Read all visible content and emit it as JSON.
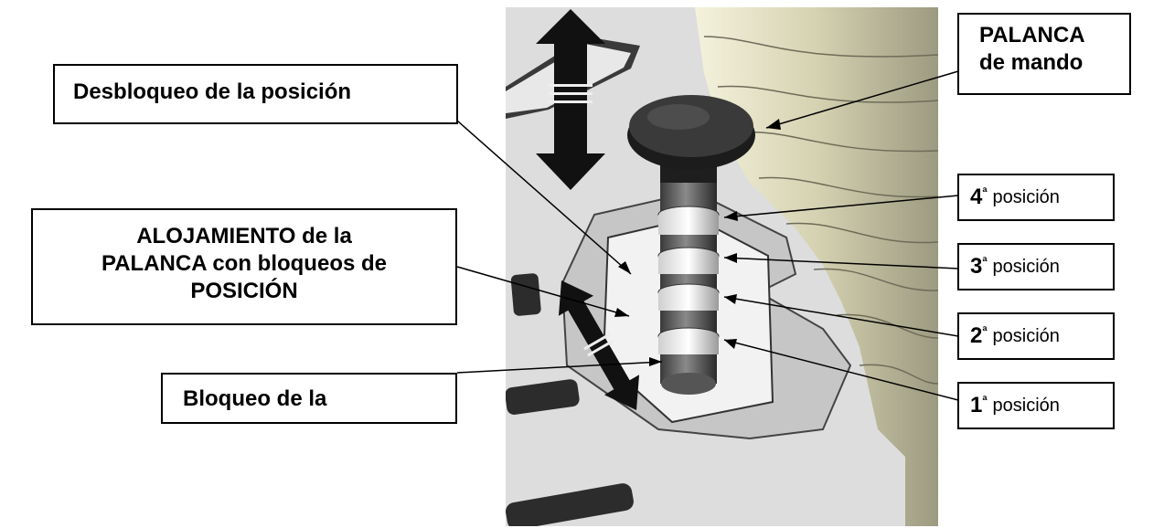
{
  "labels": {
    "palanca_line1": "PALANCA",
    "palanca_line2": "de mando",
    "desbloqueo": "Desbloqueo de la posición",
    "alojamiento_line1": "ALOJAMIENTO de la",
    "alojamiento_line2": "PALANCA con bloqueos de",
    "alojamiento_line3": "POSICIÓN",
    "bloqueo": "Bloqueo de la"
  },
  "positions": [
    {
      "num": "4",
      "ord": "ª",
      "word": "posición"
    },
    {
      "num": "3",
      "ord": "ª",
      "word": "posición"
    },
    {
      "num": "2",
      "ord": "ª",
      "word": "posición"
    },
    {
      "num": "1",
      "ord": "ª",
      "word": "posición"
    }
  ],
  "colors": {
    "panel_bg": "#dcdcdc",
    "housing": "#ebebeb",
    "ribs": "#d6d3b4",
    "knob": "#222222",
    "line": "#000000"
  }
}
